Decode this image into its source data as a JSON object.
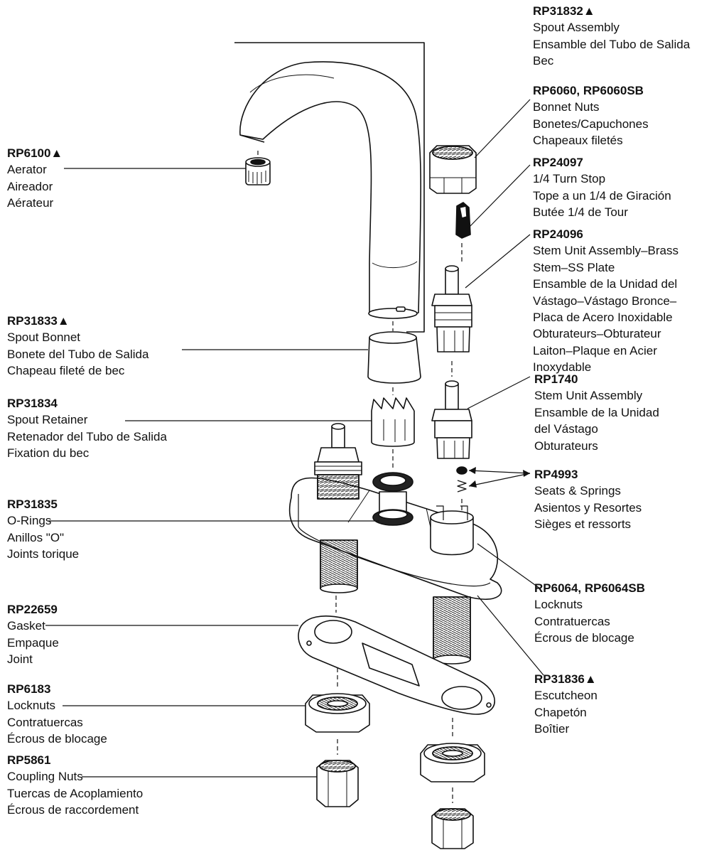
{
  "callouts": [
    {
      "id": "rp31832",
      "part": "RP31832▲",
      "lines": [
        "Spout Assembly",
        "Ensamble del Tubo de Salida",
        "Bec"
      ]
    },
    {
      "id": "rp6060",
      "part": "RP6060, RP6060SB",
      "lines": [
        "Bonnet Nuts",
        "Bonetes/Capuchones",
        "Chapeaux filetés"
      ]
    },
    {
      "id": "rp24097",
      "part": "RP24097",
      "lines": [
        "1/4 Turn Stop",
        "Tope a un 1/4 de Giración",
        "Butée 1/4 de Tour"
      ]
    },
    {
      "id": "rp24096",
      "part": "RP24096",
      "lines": [
        "Stem Unit Assembly–Brass",
        "Stem–SS Plate",
        "Ensamble de la Unidad del",
        "Vástago–Vástago Bronce–",
        "Placa de Acero Inoxidable",
        "Obturateurs–Obturateur",
        "Laiton–Plaque en Acier",
        "Inoxydable"
      ]
    },
    {
      "id": "rp1740",
      "part": "RP1740",
      "lines": [
        "Stem Unit Assembly",
        "Ensamble de la Unidad",
        "del Vástago",
        "Obturateurs"
      ]
    },
    {
      "id": "rp4993",
      "part": "RP4993",
      "lines": [
        "Seats & Springs",
        "Asientos y Resortes",
        "Sièges et ressorts"
      ]
    },
    {
      "id": "rp6064",
      "part": "RP6064, RP6064SB",
      "lines": [
        "Locknuts",
        "Contratuercas",
        "Écrous de blocage"
      ]
    },
    {
      "id": "rp31836",
      "part": "RP31836▲",
      "lines": [
        "Escutcheon",
        "Chapetón",
        "Boîtier"
      ]
    },
    {
      "id": "rp6100",
      "part": "RP6100▲",
      "lines": [
        "Aerator",
        "Aireador",
        "Aérateur"
      ]
    },
    {
      "id": "rp31833",
      "part": "RP31833▲",
      "lines": [
        "Spout Bonnet",
        "Bonete del Tubo de Salida",
        "Chapeau fileté de bec"
      ]
    },
    {
      "id": "rp31834",
      "part": "RP31834",
      "lines": [
        "Spout Retainer",
        "Retenador del Tubo de Salida",
        "Fixation du bec"
      ]
    },
    {
      "id": "rp31835",
      "part": "RP31835",
      "lines": [
        "O-Rings",
        "Anillos \"O\"",
        "Joints torique"
      ]
    },
    {
      "id": "rp22659",
      "part": "RP22659",
      "lines": [
        "Gasket",
        "Empaque",
        "Joint"
      ]
    },
    {
      "id": "rp6183",
      "part": "RP6183",
      "lines": [
        "Locknuts",
        "Contratuercas",
        "Écrous de blocage"
      ]
    },
    {
      "id": "rp5861",
      "part": "RP5861",
      "lines": [
        "Coupling Nuts",
        "Tuercas de Acoplamiento",
        "Écrous de raccordement"
      ]
    }
  ]
}
